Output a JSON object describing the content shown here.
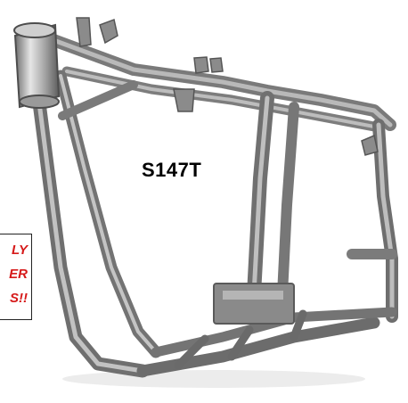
{
  "image": {
    "subject": "motorcycle-frame-photo",
    "background_color": "#ffffff",
    "frame_color": "#8c8c8c"
  },
  "labels": {
    "part_number": "S147T"
  },
  "promo": {
    "lines": [
      "LY",
      "ER",
      "S!!"
    ],
    "text_color": "#d61a1a",
    "border_color": "#222222"
  }
}
